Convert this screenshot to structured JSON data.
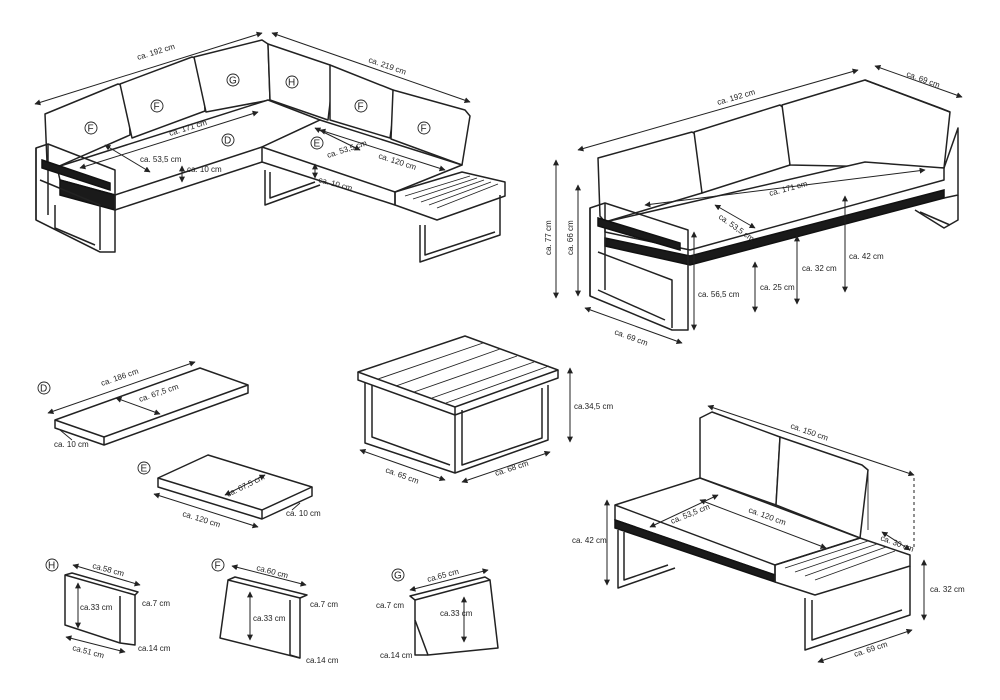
{
  "corner_sofa": {
    "width_left": "ca. 192 cm",
    "width_right": "ca. 219 cm",
    "seat_inner": "ca. 171 cm",
    "seat_depth_left": "ca. 53,5 cm",
    "seat_depth_right": "ca. 53,5 cm",
    "seat_right_len": "ca. 120 cm",
    "cushion_h_left": "ca. 10 cm",
    "cushion_h_right": "ca. 10 cm",
    "labels": {
      "F1": "F",
      "F2": "F",
      "G": "G",
      "H": "H",
      "F3": "F",
      "F4": "F",
      "D": "D",
      "E": "E"
    }
  },
  "three_seater": {
    "width": "ca. 192 cm",
    "depth": "ca. 69 cm",
    "height_total": "ca. 77 cm",
    "height_back": "ca. 66 cm",
    "seat_inner": "ca. 171 cm",
    "seat_depth": "ca. 53,5 cm",
    "h_armrest": "ca. 56,5 cm",
    "h_frame": "ca. 25 cm",
    "h_seat": "ca. 32 cm",
    "h_seat_top": "ca. 42 cm",
    "depth_base": "ca. 69 cm"
  },
  "cushion_D": {
    "label": "D",
    "length": "ca. 186 cm",
    "depth": "ca. 67,5 cm",
    "height": "ca. 10 cm"
  },
  "cushion_E": {
    "label": "E",
    "length": "ca. 120 cm",
    "depth": "ca. 67,5 cm",
    "height": "ca. 10 cm"
  },
  "table": {
    "height": "ca.34,5 cm",
    "width": "ca. 65 cm",
    "depth": "ca. 68 cm"
  },
  "two_seater": {
    "width": "ca. 150 cm",
    "seat_depth": "ca. 53,5 cm",
    "seat_len": "ca. 120 cm",
    "height": "ca. 42 cm",
    "side_depth": "ca. 30 cm",
    "side_height": "ca. 32 cm",
    "depth": "ca. 69 cm"
  },
  "back_H": {
    "label": "H",
    "top": "ca.58 cm",
    "height": "ca.33 cm",
    "top_depth": "ca.7 cm",
    "bottom": "ca.51 cm",
    "bottom_depth": "ca.14 cm"
  },
  "back_F": {
    "label": "F",
    "top": "ca.60 cm",
    "height": "ca.33 cm",
    "top_depth": "ca.7 cm",
    "bottom_depth": "ca.14 cm"
  },
  "back_G": {
    "label": "G",
    "top": "ca.65 cm",
    "height": "ca.33 cm",
    "top_depth": "ca.7 cm",
    "bottom_depth": "ca.14 cm"
  }
}
